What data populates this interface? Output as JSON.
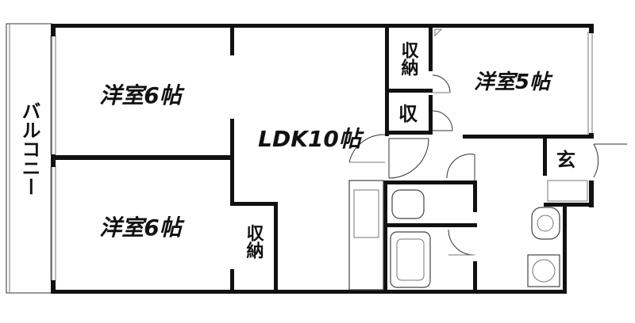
{
  "rooms": {
    "western_room_1": "洋室6帖",
    "western_room_2": "洋室6帖",
    "western_room_3": "洋室5帖",
    "ldk": "LDK10帖",
    "storage_1": "収納",
    "storage_2": "収",
    "storage_3": "収納",
    "entrance": "玄",
    "balcony": "バルコニー"
  }
}
